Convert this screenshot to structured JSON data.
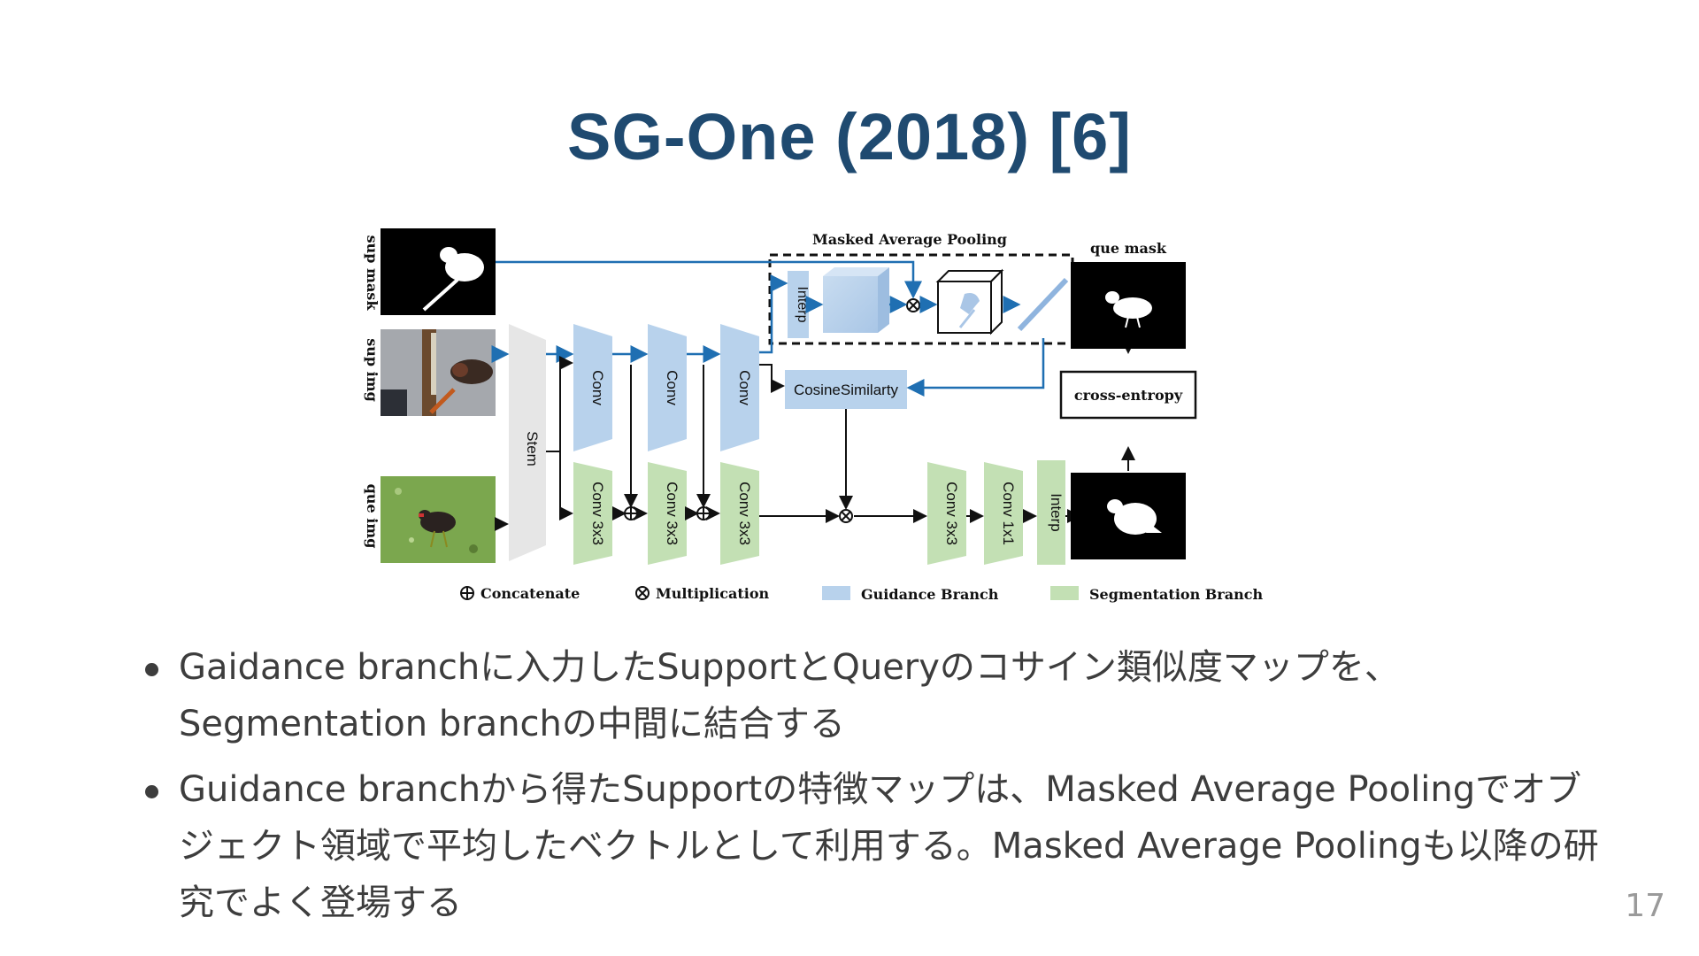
{
  "slide": {
    "title": "SG-One (2018) [6]",
    "page_number": "17"
  },
  "diagram": {
    "row_labels": {
      "sup_mask": "sup mask",
      "sup_img": "sup img",
      "que_img": "que img"
    },
    "stem": "Stem",
    "guidance_convs": [
      "Conv",
      "Conv",
      "Conv"
    ],
    "seg_convs": [
      "Conv 3x3",
      "Conv 3x3",
      "Conv 3x3"
    ],
    "head_convs": [
      "Conv 3x3",
      "Conv 1x1",
      "Interp"
    ],
    "map_title": "Masked Average Pooling",
    "map_interp": "Interp",
    "cosine": "CosineSimilarty",
    "que_mask": "que mask",
    "loss": "cross-entropy",
    "legend": {
      "concat": "Concatenate",
      "mult": "Multiplication",
      "guidance": "Guidance Branch",
      "segmentation": "Segmentation Branch"
    },
    "colors": {
      "guidance": "#b8d2ec",
      "segmentation": "#c3e0b4",
      "stem": "#e6e6e6",
      "arrow_blue": "#1f6fb2"
    }
  },
  "bullets": [
    "Gaidance branchに入力したSupportとQueryのコサイン類似度マップを、Segmentation branchの中間に結合する",
    "Guidance branchから得たSupportの特徴マップは、Masked Average Poolingでオブジェクト領域で平均したベクトルとして利用する。Masked Average Poolingも以降の研究でよく登場する"
  ]
}
